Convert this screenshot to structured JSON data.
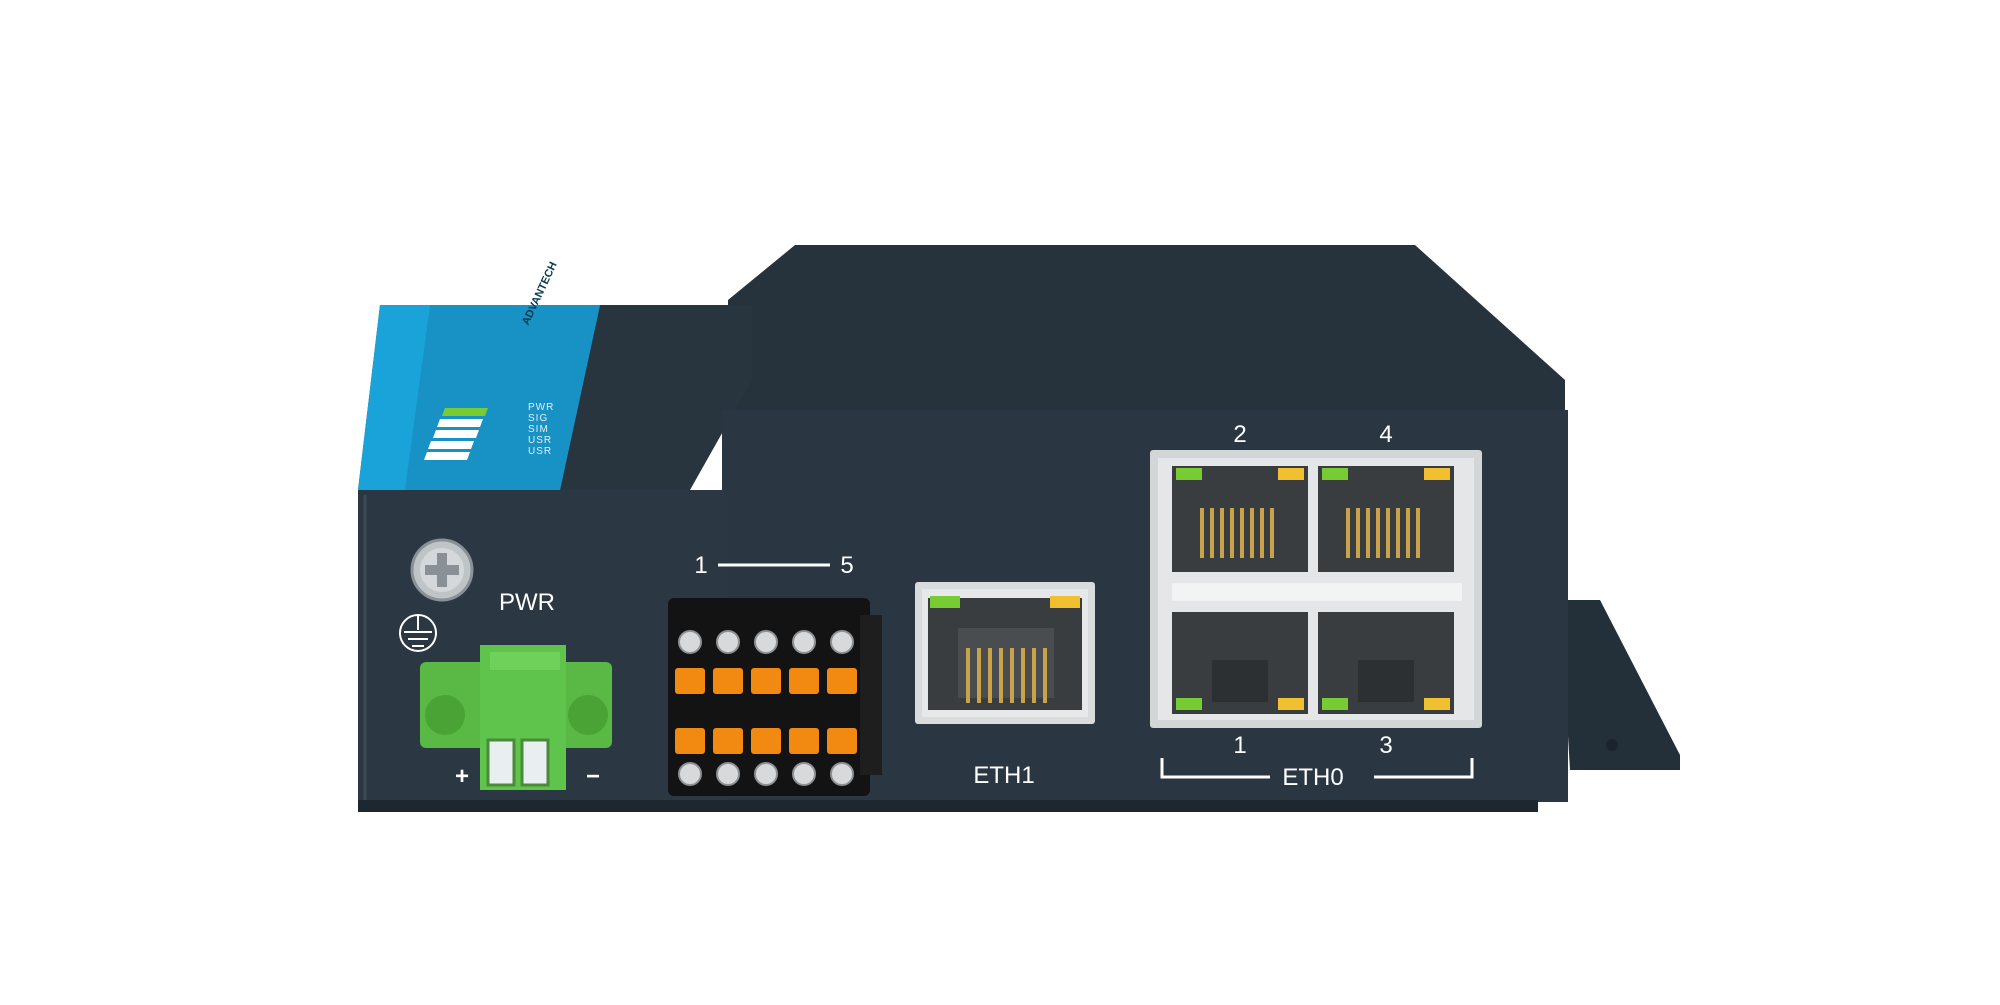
{
  "device": {
    "brand_text": "ADVANTECH",
    "power_label": "PWR",
    "led_labels": [
      "PWR",
      "SIG",
      "SIM",
      "USR",
      "USR"
    ],
    "terminal_label_start": "1",
    "terminal_label_end": "5",
    "polarity_plus": "+",
    "polarity_minus": "−",
    "eth1_label": "ETH1",
    "eth0_label": "ETH0",
    "eth0_port_numbers_top": [
      "2",
      "4"
    ],
    "eth0_port_numbers_bottom": [
      "1",
      "3"
    ],
    "ground_symbol": "ground-icon"
  },
  "colors": {
    "body": "#2a3641",
    "body_dark": "#1f2a33",
    "accent": "#1aa3d9",
    "terminal_green": "#5fc44b",
    "terminal_orange": "#f28a12",
    "led_green": "#77cc33",
    "led_yellow": "#f0c030"
  }
}
